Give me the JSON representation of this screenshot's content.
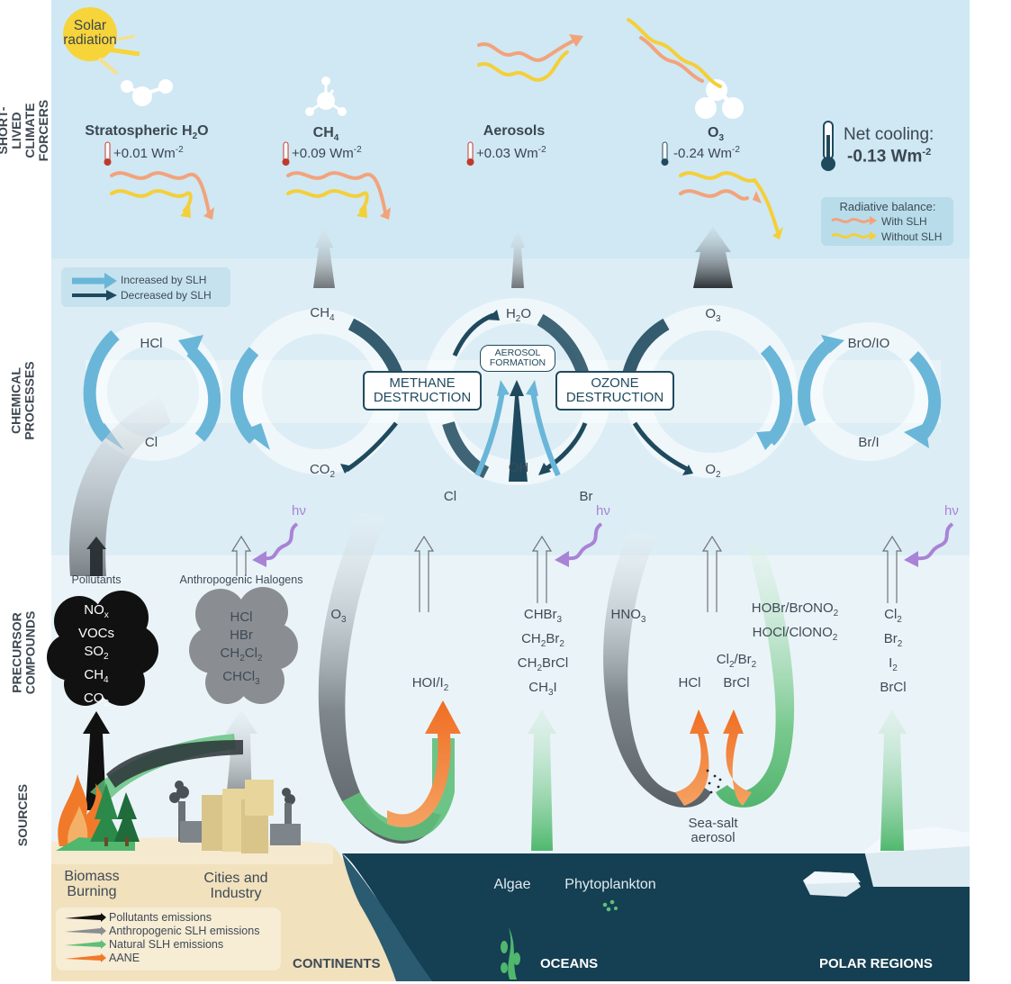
{
  "rows": {
    "forcers": "SHORT-LIVED CLIMATE FORCERS",
    "chemical": "CHEMICAL PROCESSES",
    "precursor": "PRECURSOR COMPOUNDS",
    "sources": "SOURCES"
  },
  "solar": "Solar radiation",
  "forcers": [
    {
      "name": "Stratospheric H",
      "sub": "2",
      "tail": "O",
      "value": "+0.01 Wm",
      "exp": "-2",
      "thermo": "warm"
    },
    {
      "name": "CH",
      "sub": "4",
      "tail": "",
      "value": "+0.09 Wm",
      "exp": "-2",
      "thermo": "warm"
    },
    {
      "name": "Aerosols",
      "sub": "",
      "tail": "",
      "value": "+0.03 Wm",
      "exp": "-2",
      "thermo": "warm"
    },
    {
      "name": "O",
      "sub": "3",
      "tail": "",
      "value": "-0.24 Wm",
      "exp": "-2",
      "thermo": "cool"
    }
  ],
  "net": {
    "label": "Net cooling:",
    "value": "-0.13 Wm",
    "exp": "-2"
  },
  "radiative_legend": {
    "title": "Radiative balance:",
    "with": "With SLH",
    "without": "Without SLH"
  },
  "slh_legend": {
    "increased": "Increased by SLH",
    "decreased": "Decreased by SLH"
  },
  "chem": {
    "hcl": "HCl",
    "cl": "Cl",
    "ch4": "CH",
    "ch4_sub": "4",
    "co2": "CO",
    "co2_sub": "2",
    "h2o_h": "H",
    "h2o_sub": "2",
    "h2o_o": "O",
    "oh": "OH",
    "o3": "O",
    "o3_sub": "3",
    "o2": "O",
    "o2_sub": "2",
    "bro": "BrO/IO",
    "bri": "Br/I",
    "cl_low": "Cl",
    "br_low": "Br",
    "methane1": "METHANE",
    "methane2": "DESTRUCTION",
    "ozone1": "OZONE",
    "ozone2": "DESTRUCTION",
    "aero1": "AEROSOL",
    "aero2": "FORMATION"
  },
  "hv": "hν",
  "precursors": {
    "pollutants_label": "Pollutants",
    "halogens_label": "Anthropogenic Halogens",
    "pollutants": [
      "NO",
      "VOCs",
      "SO",
      "CH",
      "CO"
    ],
    "pollutants_subs": [
      "x",
      "",
      "2",
      "4",
      "2"
    ],
    "halogens": [
      "HCl",
      "HBr",
      "CH",
      "CHCl"
    ],
    "o3_land": "O",
    "hoi": "HOI/I",
    "ocean_bromo": [
      "CHBr",
      "CH",
      "CH",
      "CH"
    ],
    "hno3": "HNO",
    "hobr": "HOBr/BrONO",
    "hocl": "HOCl/ClONO",
    "seasalt_a": "Cl",
    "seasalt_b": "Br",
    "hcl2": "HCl",
    "brcl": "BrCl",
    "polar": [
      "Cl",
      "Br",
      "I",
      "BrCl"
    ]
  },
  "sources": {
    "biomass": "Biomass Burning",
    "cities": "Cities and Industry",
    "seasalt": "Sea-salt aerosol",
    "algae": "Algae",
    "phyto": "Phytoplankton"
  },
  "emission_legend": [
    {
      "label": "Pollutants emissions",
      "color": "#111111"
    },
    {
      "label": "Anthropogenic SLH emissions",
      "color": "#8a8e92"
    },
    {
      "label": "Natural SLH emissions",
      "color": "#5ec07a"
    },
    {
      "label": "AANE",
      "color": "#f07a2a"
    }
  ],
  "regions": {
    "continents": "CONTINENTS",
    "oceans": "OCEANS",
    "polar": "POLAR REGIONS"
  },
  "colors": {
    "sky_top": "#cfe8f3",
    "sky_mid": "#dcedf5",
    "precursor_bg": "#e8f3f8",
    "land": "#f1e1bd",
    "ocean": "#153f52",
    "increase": "#6ab6d8",
    "decrease": "#1f4a5e",
    "hv": "#a883d6",
    "warm_wave": "#f2a37c",
    "cool_wave": "#f5cf3a",
    "natural": "#5ec07a",
    "aane": "#f07a2a"
  }
}
